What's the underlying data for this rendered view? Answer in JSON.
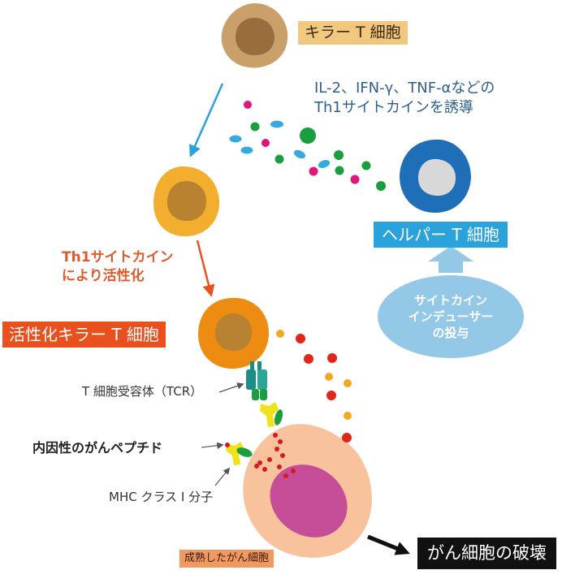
{
  "labels": {
    "killer_t_cell": "キラー T 細胞",
    "cytokine_induction": "IL-2、IFN-γ、TNF-αなどの\nTh1サイトカインを誘導",
    "helper_t_cell": "ヘルパー T 細胞",
    "th1_activation": "Th1サイトカイン\nにより活性化",
    "cytokine_inducer": "サイトカイン\nインデューサー\nの投与",
    "activated_killer_t_cell": "活性化キラー T 細胞",
    "tcr": "T 細胞受容体（TCR）",
    "endogenous_peptide": "内因性のがんペプチド",
    "mhc_class_1": "MHC クラス I 分子",
    "mature_cancer_cell": "成熟したがん細胞",
    "cancer_destruction": "がん細胞の破壊"
  },
  "colors": {
    "killer_cell": "#c9a06a",
    "killer_nucleus": "#9a6d3e",
    "activated_stage1": "#f3ae2e",
    "activated_stage2": "#ee8c12",
    "helper_cell": "#1f6eb8",
    "helper_nucleus": "#d8d8d8",
    "cancer_cell": "#f7c29c",
    "cancer_nucleus": "#c64d98",
    "tcr": "#1b8f85",
    "mhc": "#f0e21a",
    "peptide": "#d7191f",
    "cytokine_green": "#1a9e3e",
    "cytokine_blue": "#35a9e0",
    "cytokine_magenta": "#e0147a",
    "inducer_bubble": "#93c9e6",
    "arrow_blue": "#2aa2dc",
    "arrow_orange": "#e8501e"
  }
}
